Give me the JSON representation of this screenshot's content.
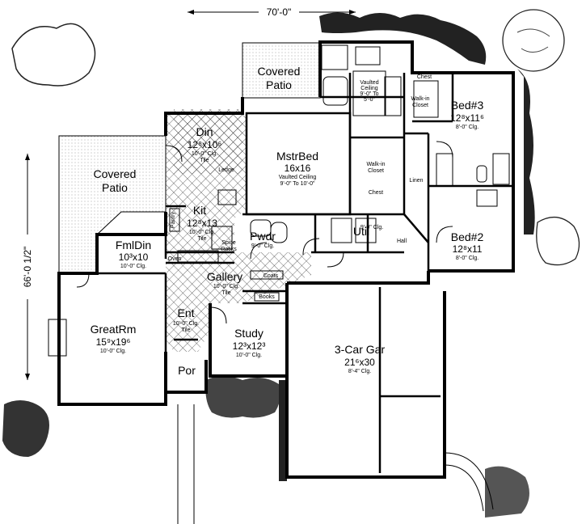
{
  "dimensions": {
    "width": "70'-0\"",
    "depth": "66'-0 1/2\""
  },
  "rooms": {
    "patio_top": {
      "name_line1": "Covered",
      "name_line2": "Patio"
    },
    "patio_left": {
      "name_line1": "Covered",
      "name_line2": "Patio"
    },
    "din": {
      "name": "Din",
      "size": "12⁸x10⁶",
      "note1": "10'-0\" Clg.",
      "note2": "Tile"
    },
    "mstrbed": {
      "name": "MstrBed",
      "size": "16x16",
      "note1": "Vaulted Ceiling",
      "note2": "9'-0\" To 10'-0\""
    },
    "master_bath": {
      "note1": "Vaulted",
      "note2": "Ceiling",
      "note3": "9'-0\" To",
      "note4": "5'-0\""
    },
    "walkin_master": {
      "line1": "Walk-in",
      "line2": "Closet"
    },
    "walkin_bed3": {
      "line1": "Walk-in",
      "line2": "Closet"
    },
    "bed3": {
      "name": "Bed#3",
      "size": "12⁸x11⁶",
      "note": "8'-0\" Clg."
    },
    "bed2": {
      "name": "Bed#2",
      "size": "12⁸x11",
      "note": "8'-0\" Clg."
    },
    "kit": {
      "name": "Kit",
      "size": "12⁸x13",
      "note1": "10'-0\" Clg.",
      "note2": "Tile"
    },
    "fmldin": {
      "name": "FmlDin",
      "size": "10³x10",
      "note": "10'-0\" Clg."
    },
    "greatrm": {
      "name": "GreatRm",
      "size": "15⁹x19⁶",
      "note": "10'-0\" Clg."
    },
    "gallery": {
      "name": "Gallery",
      "note1": "10'-0\" Clg.",
      "note2": "Tile"
    },
    "ent": {
      "name": "Ent",
      "note1": "10'-0\" Clg.",
      "note2": "Tile"
    },
    "study": {
      "name": "Study",
      "size": "12³x12³",
      "note": "10'-0\" Clg."
    },
    "pwdr": {
      "name": "Pwdr",
      "note": "9'-0\" Clg."
    },
    "util": {
      "name": "Util",
      "note": "9'-0\" Clg."
    },
    "garage": {
      "name": "3-Car Gar",
      "size": "21⁶x30",
      "note": "8'-4\" Clg."
    },
    "por": {
      "name": "Por"
    }
  },
  "fixtures": {
    "ledge": "Ledge",
    "pantry": "Pantry",
    "oven": "Oven",
    "spice": "Spice",
    "racks": "Racks",
    "chest": "Chest",
    "chest2": "Chest",
    "linen": "Linen",
    "hall": "Hall",
    "coats": "Coats",
    "books": "Books"
  }
}
